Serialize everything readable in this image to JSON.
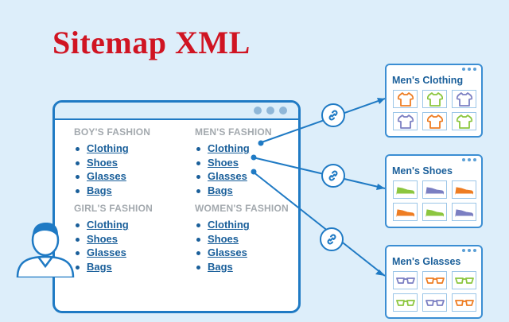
{
  "title": "Sitemap XML",
  "colors": {
    "title": "#d01422",
    "link": "#1a5f9a",
    "frame": "#1f7ac4",
    "background": "#ddeefa"
  },
  "sitemap": {
    "columns": [
      {
        "heading": "BOY'S FASHION",
        "items": [
          "Clothing",
          "Shoes",
          "Glasses",
          "Bags"
        ]
      },
      {
        "heading": "MEN'S FASHION",
        "items": [
          "Clothing",
          "Shoes",
          "Glasses",
          "Bags"
        ]
      },
      {
        "heading": "GIRL'S FASHION",
        "items": [
          "Clothing",
          "Shoes",
          "Glasses",
          "Bags"
        ]
      },
      {
        "heading": "WOMEN'S FASHION",
        "items": [
          "Clothing",
          "Shoes",
          "Glasses",
          "Bags"
        ]
      }
    ]
  },
  "pages": [
    {
      "title": "Men's Clothing",
      "icon": "tshirt-icon",
      "colors": [
        "#ee7d23",
        "#8cc63f",
        "#7b7fc2",
        "#7b7fc2",
        "#ee7d23",
        "#8cc63f"
      ]
    },
    {
      "title": "Men's Shoes",
      "icon": "sneaker-icon",
      "colors": [
        "#8cc63f",
        "#7b7fc2",
        "#ee7d23",
        "#ee7d23",
        "#8cc63f",
        "#7b7fc2"
      ]
    },
    {
      "title": "Men's Glasses",
      "icon": "glasses-icon",
      "colors": [
        "#7b7fc2",
        "#ee7d23",
        "#8cc63f",
        "#8cc63f",
        "#7b7fc2",
        "#ee7d23"
      ]
    }
  ],
  "icons": {
    "link": "link-icon",
    "user": "user-avatar-icon"
  }
}
